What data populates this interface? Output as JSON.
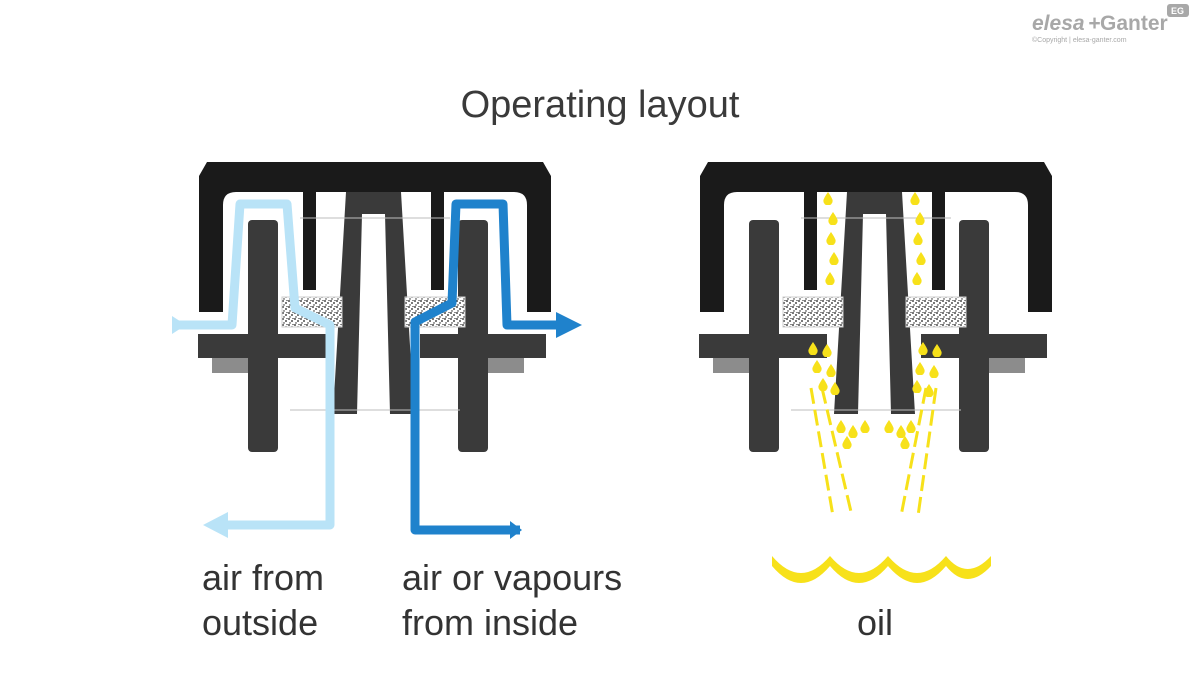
{
  "logo": {
    "brand_left": "elesa",
    "brand_plus": "+",
    "brand_right": "Ganter",
    "badge": "EG",
    "copyright": "©Copyright | elesa-ganter.com"
  },
  "title": "Operating layout",
  "captions": {
    "air_outside_line1": "air from",
    "air_outside_line2": "outside",
    "air_inside_line1": "air or vapours",
    "air_inside_line2": "from inside",
    "oil": "oil"
  },
  "colors": {
    "housing": "#1a1a1a",
    "body": "#3a3a3a",
    "flange_shadow": "#8c8c8c",
    "air_outside": "#b9e3f7",
    "air_inside": "#1f82cc",
    "oil": "#f7e11a"
  }
}
